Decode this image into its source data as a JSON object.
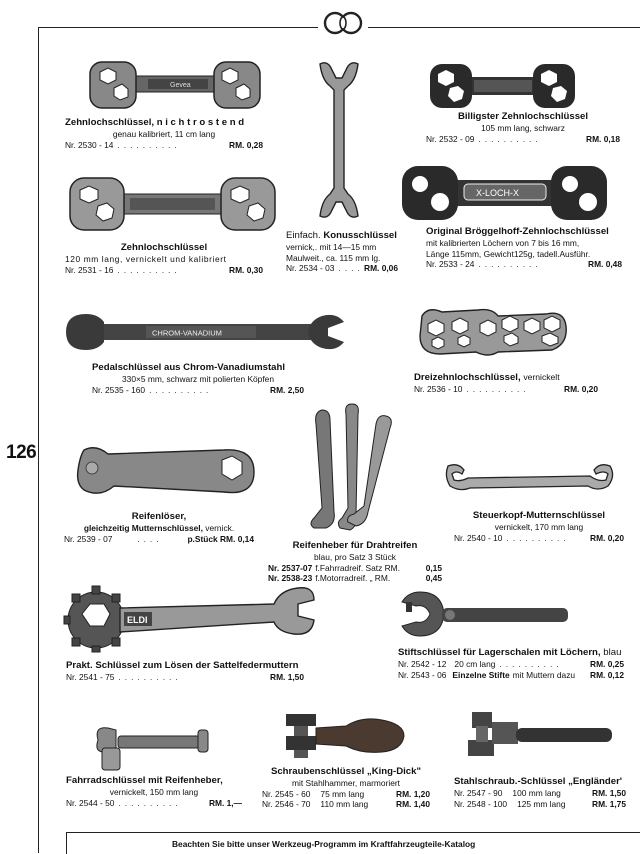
{
  "page": {
    "number": "126"
  },
  "brand": {
    "logo_icon": "cs-monogram-logo"
  },
  "items": [
    {
      "id": "2530",
      "title": "Zehnlochschlüssel, n i c h t  r o s t e n d",
      "desc": [
        "genau kalibriert, 11 cm lang"
      ],
      "nr": "Nr. 2530 - 14",
      "price": "RM. 0,28",
      "stamp": "Gevea"
    },
    {
      "id": "2532",
      "title": "Billigster Zehnlochschlüssel",
      "desc": [
        "105 mm lang, schwarz"
      ],
      "nr": "Nr. 2532 - 09",
      "price": "RM. 0,18"
    },
    {
      "id": "2531",
      "title": "Zehnlochschlüssel",
      "desc": [
        "120 mm lang, vernickelt und kalibriert"
      ],
      "nr": "Nr. 2531 - 16",
      "price": "RM. 0,30"
    },
    {
      "id": "2534",
      "title_prefix": "Einfach.",
      "title": "Konusschlüssel",
      "desc": [
        "vernick,. mit 14—15 mm",
        "Maulweit., ca. 115 mm lg."
      ],
      "nr": "Nr. 2534 - 03",
      "price": "RM. 0,06"
    },
    {
      "id": "2533",
      "title": "Original Bröggelhoff-Zehnlochschlüssel",
      "desc": [
        "mit kalibrierten Löchern von 7 bis 16 mm,",
        "Länge 115mm, Gewicht125g, tadell.Ausführ."
      ],
      "nr": "Nr. 2533 - 24",
      "price": "RM. 0,48",
      "stamp": "X-LOCH-X"
    },
    {
      "id": "2535",
      "title": "Pedalschlüssel aus Chrom-Vanadiumstahl",
      "desc": [
        "330×5 mm, schwarz mit polierten Köpfen"
      ],
      "nr": "Nr. 2535 - 160",
      "price": "RM. 2,50",
      "stamp": "CHROM-VANADIUM"
    },
    {
      "id": "2536",
      "title": "Dreizehnlochschlüssel,",
      "title_suffix": "vernickelt",
      "nr": "Nr. 2536 - 10",
      "price": "RM. 0,20"
    },
    {
      "id": "2539",
      "title": "Reifenlöser,",
      "desc_bold": "gleichzeitig Mutternschlüssel,",
      "desc_suffix": "vernick.",
      "nr": "Nr. 2539 - 07",
      "price": "p.Stück RM. 0,14"
    },
    {
      "id": "2537",
      "title": "Reifenheber für Drahtreifen",
      "desc": [
        "blau, pro Satz 3 Stück"
      ],
      "rows": [
        {
          "nr": "Nr. 2537-07",
          "text": "f.Fahrradreif.  Satz RM.",
          "price": "0,15"
        },
        {
          "nr": "Nr. 2538-23",
          "text": "f.Motorradreif.  „ RM.",
          "price": "0,45"
        }
      ]
    },
    {
      "id": "2540",
      "title": "Steuerkopf-Mutternschlüssel",
      "desc": [
        "vernickelt, 170 mm lang"
      ],
      "nr": "Nr. 2540 - 10",
      "price": "RM. 0,20"
    },
    {
      "id": "2541",
      "title": "Prakt. Schlüssel zum Lösen der Sattelfedermuttern",
      "nr": "Nr. 2541 - 75",
      "price": "RM. 1,50",
      "stamp": "ELDI"
    },
    {
      "id": "2542",
      "title": "Stiftschlüssel für Lagerschalen mit Löchern,",
      "title_suffix": "blau",
      "rows": [
        {
          "nr": "Nr. 2542 - 12",
          "text": "20 cm lang",
          "price": "RM. 0,25"
        },
        {
          "nr": "Nr. 2543 - 06",
          "text_bold": "Einzelne Stifte",
          "text": "mit Muttern dazu",
          "price": "RM. 0,12"
        }
      ]
    },
    {
      "id": "2544",
      "title": "Fahrradschlüssel mit Reifenheber,",
      "desc": [
        "vernickelt, 150 mm lang"
      ],
      "nr": "Nr. 2544 - 50",
      "price": "RM. 1,—"
    },
    {
      "id": "2545",
      "title": "Schraubenschlüssel „King-Dick\"",
      "desc": [
        "mit Stahlhammer, marmoriert"
      ],
      "rows": [
        {
          "nr": "Nr. 2545 - 60",
          "text": "75 mm lang",
          "price": "RM. 1,20"
        },
        {
          "nr": "Nr. 2546 - 70",
          "text": "110 mm lang",
          "price": "RM. 1,40"
        }
      ]
    },
    {
      "id": "2547",
      "title": "Stahlschraub.-Schlüssel „Engländer'",
      "rows": [
        {
          "nr": "Nr. 2547 - 90",
          "text": "100 mm lang",
          "price": "RM. 1,50"
        },
        {
          "nr": "Nr. 2548 - 100",
          "text": "125 mm lang",
          "price": "RM. 1,75"
        }
      ]
    }
  ],
  "footer": {
    "text": "Beachten Sie bitte unser Werkzeug-Programm im Kraftfahrzeugteile-Katalog"
  }
}
